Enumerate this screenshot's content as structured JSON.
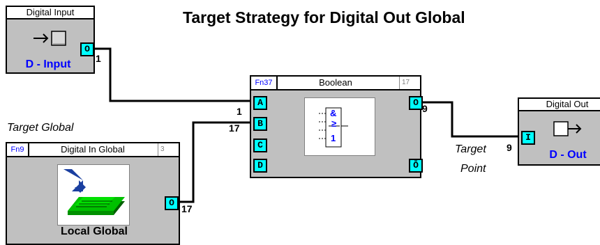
{
  "title": "Target Strategy for Digital Out Global",
  "digital_input_block": {
    "header": "Digital Input",
    "label": "D - Input",
    "port_out": "O",
    "wire_label": "1",
    "icon": "arrow-into-box-icon"
  },
  "boolean_block": {
    "fn": "Fn37",
    "header": "Boolean",
    "number": "17",
    "ports_in": [
      "A",
      "B",
      "C",
      "D"
    ],
    "ports_out": [
      "O",
      "Ō"
    ],
    "in_labels": [
      "1",
      "17"
    ],
    "out_label": "9",
    "gate_glyphs": {
      "and": "&",
      "ge": "≥",
      "one": "1"
    }
  },
  "digital_out_block": {
    "header": "Digital Out",
    "label": "D - Out",
    "port_in": "I",
    "wire_label": "9",
    "icon": "arrow-out-of-box-icon"
  },
  "digital_in_global_block": {
    "fn": "Fn9",
    "header": "Digital In Global",
    "number": "3",
    "label": "Local Global",
    "port_out": "O",
    "wire_label": "17",
    "icon": "circuit-board-icon"
  },
  "annotations": {
    "target_global": "Target Global",
    "target_point_line1": "Target",
    "target_point_line2": "Point"
  },
  "colors": {
    "block_fill": "#c0c0c0",
    "port_fill": "#00ffff",
    "label_blue": "#0000ff",
    "board_green": "#00c000",
    "arrow_blue": "#1a3fa0"
  }
}
